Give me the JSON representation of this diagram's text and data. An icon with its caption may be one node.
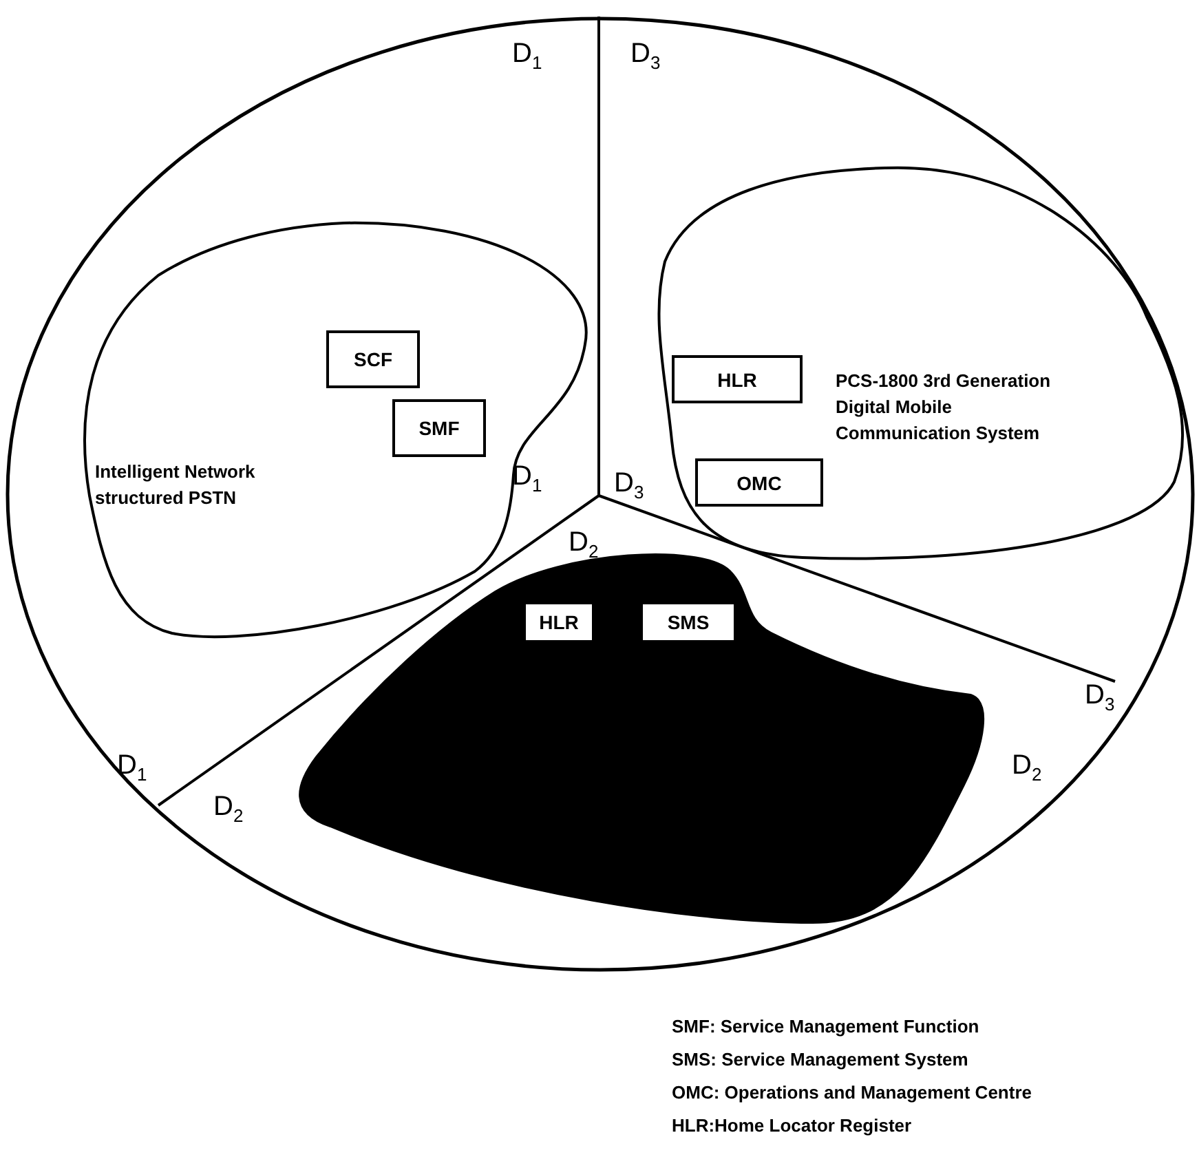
{
  "diagram": {
    "nodes": [
      {
        "text": [],
        "shape": "ellipse"
      },
      {
        "text": [
          "Intelligent Network structured PSTN"
        ],
        "in": 0
      },
      {
        "text": [
          "SCF"
        ],
        "in": 1
      },
      {
        "text": [
          "SMF"
        ],
        "in": 1
      },
      {
        "text": [
          "PCS-1800 3rd Generation Digital Mobile Communication System"
        ],
        "in": 0
      },
      {
        "text": [
          "HLR"
        ],
        "in": 4
      },
      {
        "text": [
          "OMC"
        ],
        "in": 4
      },
      {
        "text": [],
        "shape": "blob",
        "in": 0
      },
      {
        "text": [
          "HLR"
        ],
        "in": 7
      },
      {
        "text": [
          "SMS"
        ],
        "in": 7
      }
    ],
    "labels": [
      "D$_{1}$",
      "D$_{3}$",
      "D$_{1}$",
      "D$_{3}$",
      "D$_{2}$",
      "D$_{3}$",
      "D$_{1}$",
      "D$_{2}$",
      "D$_{2}$",
      "SMF: Service Management Function",
      "SMS: Service Management System",
      "OMC: Operations and Management Centre",
      "HLR:Home Locator Register"
    ]
  }
}
